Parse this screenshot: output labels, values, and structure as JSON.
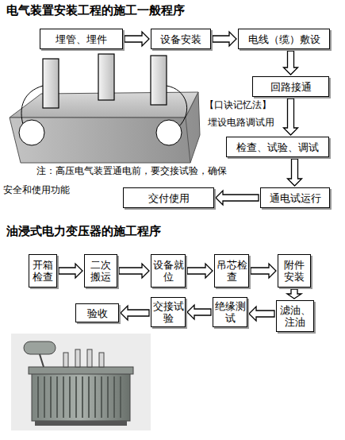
{
  "diagram": {
    "title": "电气装置安装工程的施工一般程序",
    "nodes": [
      {
        "text": [
          "埋管、埋件"
        ]
      },
      {
        "text": [
          "设备安装"
        ]
      },
      {
        "text": [
          "电线（缆）敷设"
        ]
      },
      {
        "text": [
          "回路接通"
        ]
      },
      {
        "text": [
          "检查、试验、调试"
        ]
      },
      {
        "text": [
          "通电试运行"
        ]
      },
      {
        "text": [
          "交付使用"
        ]
      },
      {
        "text": [
          "开箱检查"
        ]
      },
      {
        "text": [
          "二次搬运"
        ]
      },
      {
        "text": [
          "设备就位"
        ]
      },
      {
        "text": [
          "吊芯检查"
        ]
      },
      {
        "text": [
          "附件安装"
        ]
      },
      {
        "text": [
          "滤油、注油"
        ]
      },
      {
        "text": [
          "绝缘测试"
        ]
      },
      {
        "text": [
          "交接试验"
        ]
      },
      {
        "text": [
          "验收"
        ]
      }
    ],
    "edges": [
      {
        "from": 0,
        "to": 1,
        "arrow": "to"
      },
      {
        "from": 1,
        "to": 2,
        "arrow": "to"
      },
      {
        "from": 2,
        "to": 3,
        "arrow": "to"
      },
      {
        "from": 3,
        "to": 4,
        "arrow": "to"
      },
      {
        "from": 4,
        "to": 5,
        "arrow": "to"
      },
      {
        "from": 5,
        "to": 6,
        "arrow": "to"
      },
      {
        "from": 7,
        "to": 8,
        "arrow": "to"
      },
      {
        "from": 8,
        "to": 9,
        "arrow": "to"
      },
      {
        "from": 9,
        "to": 10,
        "arrow": "to"
      },
      {
        "from": 10,
        "to": 11,
        "arrow": "to"
      },
      {
        "from": 11,
        "to": 12,
        "arrow": "to"
      },
      {
        "from": 12,
        "to": 13,
        "arrow": "to"
      },
      {
        "from": 13,
        "to": 14,
        "arrow": "to"
      },
      {
        "from": 14,
        "to": 15,
        "arrow": "to"
      }
    ],
    "labels": [
      "油浸式电力变压器的施工程序",
      "【口诀记忆法】",
      "埋设电路调试用",
      "注：高压电气装置通电前，要交接试验，确保",
      "安全和使用功能"
    ]
  }
}
